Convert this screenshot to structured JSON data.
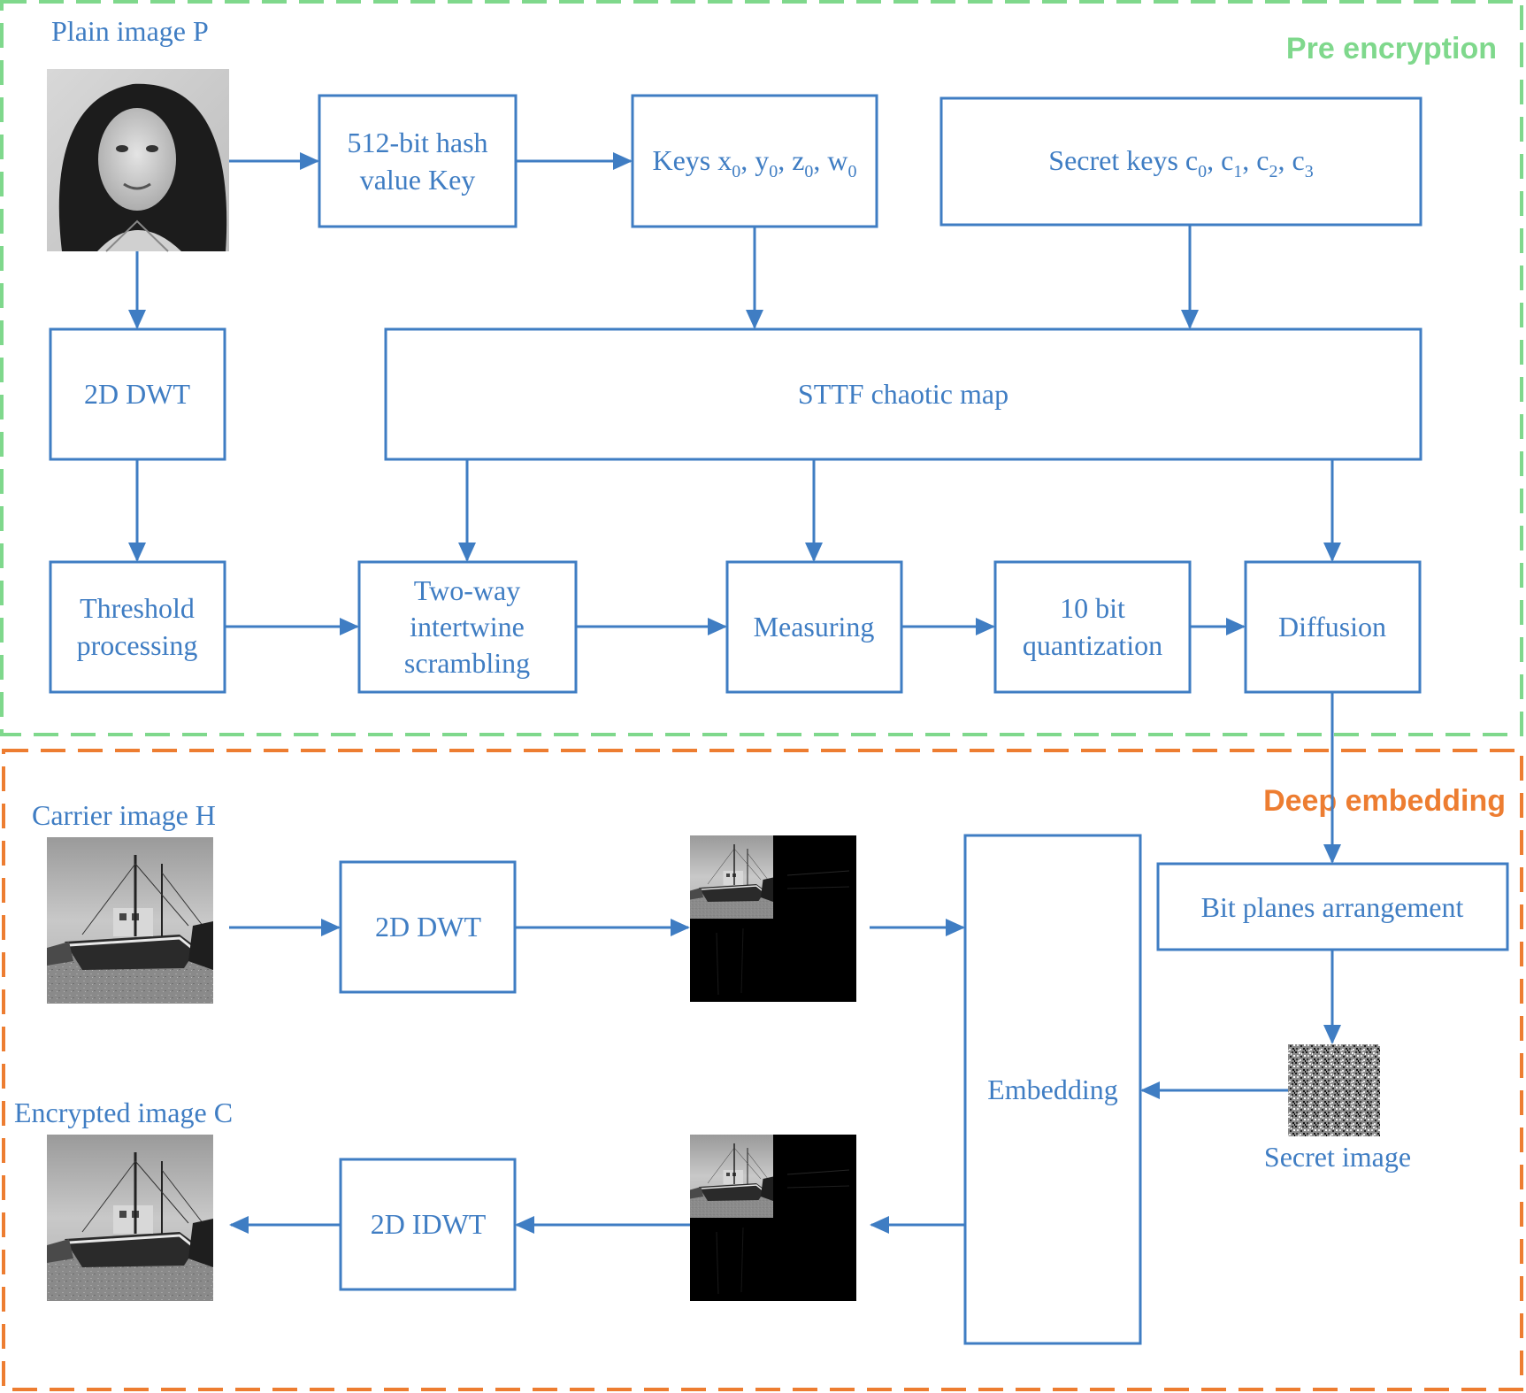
{
  "colors": {
    "accent": "#3f7dc3",
    "pre_encryption_border": "#7fd88c",
    "deep_embedding_border": "#ed7d31"
  },
  "sections": {
    "pre_encryption": "Pre encryption",
    "deep_embedding": "Deep embedding"
  },
  "images": {
    "plain": "Plain image P",
    "carrier": "Carrier image  H",
    "encrypted": "Encrypted image C",
    "secret": "Secret image"
  },
  "boxes": {
    "hash_line1": "512-bit hash",
    "hash_line2": "value Key",
    "keys_prefix": "Keys ",
    "keys_vars": [
      "x",
      "y",
      "z",
      "w"
    ],
    "keys_sub": "0",
    "secret_keys_prefix": "Secret keys  ",
    "secret_keys_var": "c",
    "secret_keys_subs": [
      "0",
      "1",
      "2",
      "3"
    ],
    "dwt_top": "2D DWT",
    "sttf": "STTF chaotic map",
    "threshold_line1": "Threshold",
    "threshold_line2": "processing",
    "twoway_line1": "Two-way",
    "twoway_line2": "intertwine",
    "twoway_line3": "scrambling",
    "measuring": "Measuring",
    "quant_line1": "10 bit",
    "quant_line2": "quantization",
    "diffusion": "Diffusion",
    "dwt_carrier": "2D DWT",
    "embedding": "Embedding",
    "bitplanes": "Bit planes arrangement",
    "idwt": "2D IDWT"
  },
  "pictures": {
    "portrait": "grayscale-portrait-photo",
    "boat": "grayscale-boat-photo",
    "wavelet": "wavelet-subbands-image",
    "noise": "noise-pattern-image"
  }
}
